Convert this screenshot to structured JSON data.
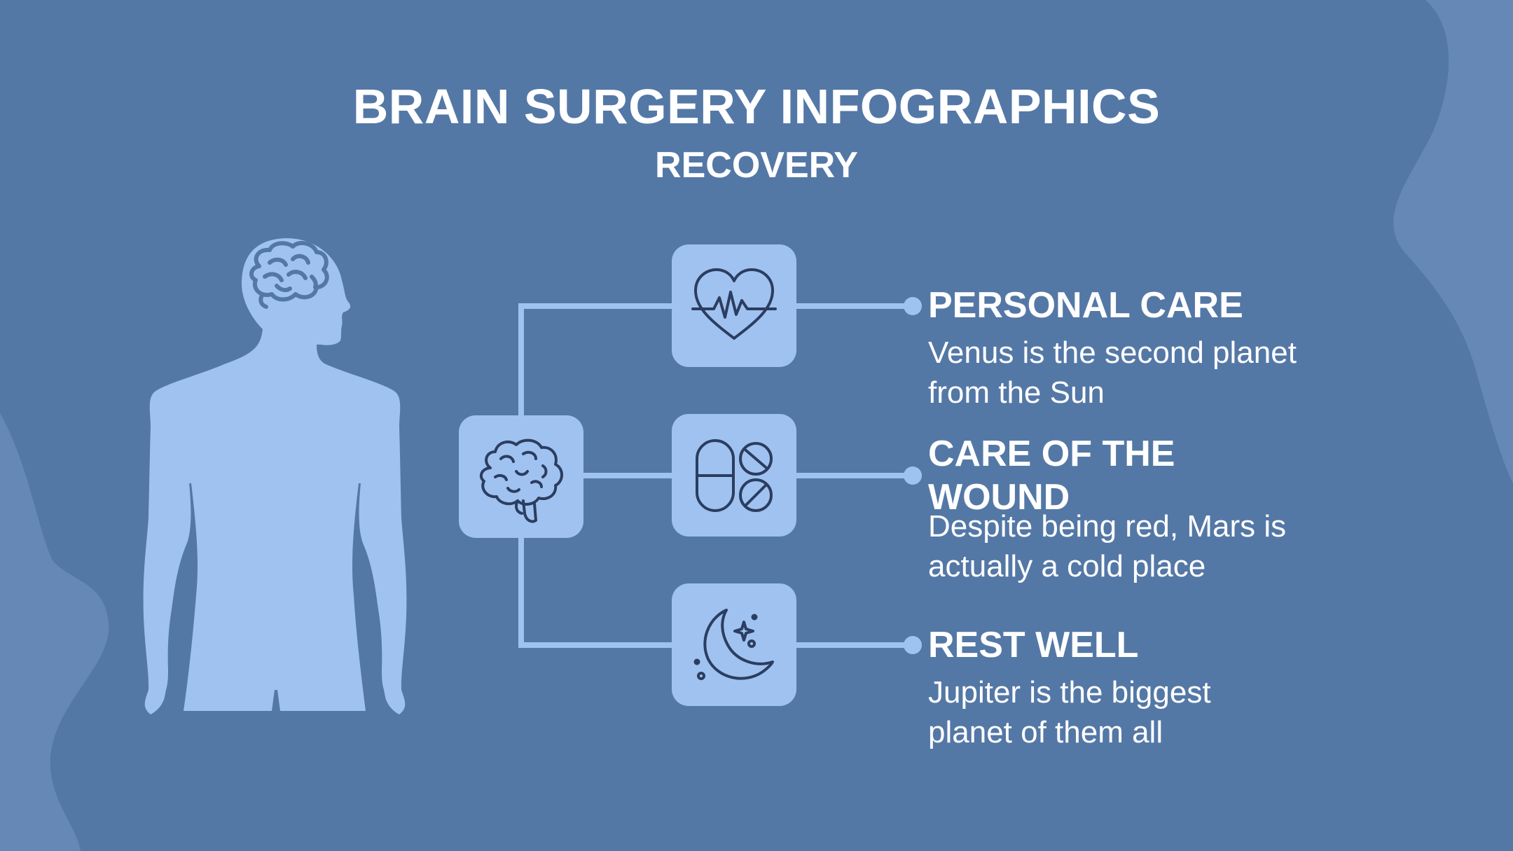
{
  "header": {
    "title": "BRAIN SURGERY INFOGRAPHICS",
    "subtitle": "RECOVERY"
  },
  "items": [
    {
      "title": "PERSONAL CARE",
      "text": "Venus is the second planet from the Sun",
      "icon": "heart-pulse-icon"
    },
    {
      "title": "CARE OF THE WOUND",
      "text": "Despite being red, Mars is actually a cold place",
      "icon": "pills-icon"
    },
    {
      "title": "REST WELL",
      "text": "Jupiter is the biggest planet of them all",
      "icon": "moon-stars-icon"
    }
  ],
  "hub_icon": "brain-icon",
  "colors": {
    "background": "#5478a6",
    "accent": "#9fc2f0",
    "blob": "#6588b7",
    "icon_stroke": "#2b3d60",
    "text": "#ffffff"
  }
}
